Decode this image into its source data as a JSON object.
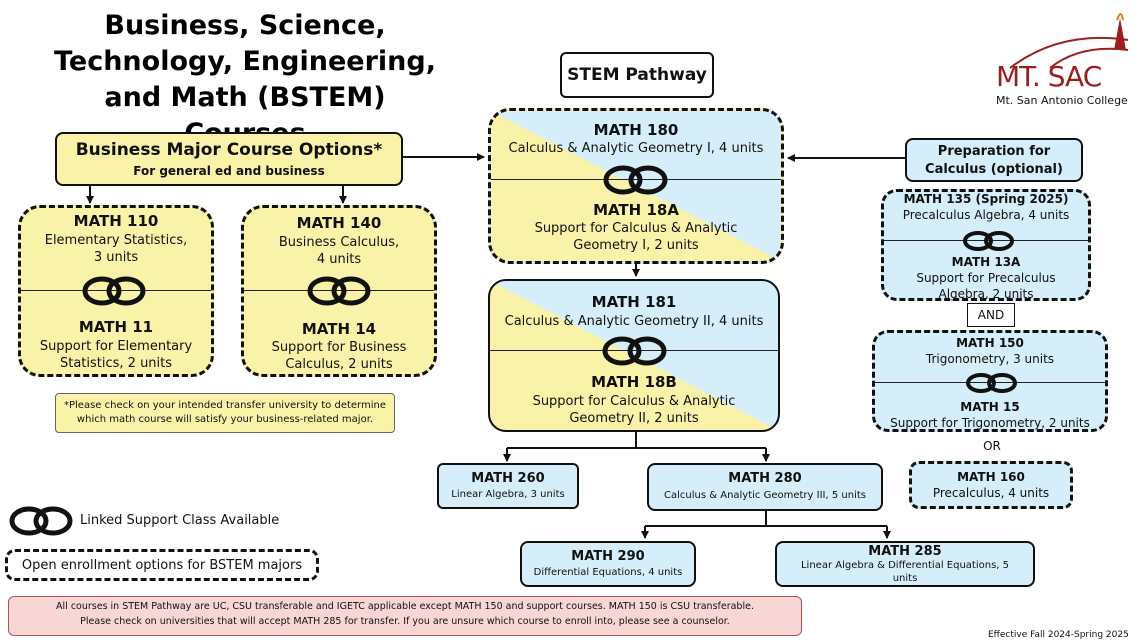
{
  "title_lines": [
    "Business, Science,",
    "Technology, Engineering,",
    "and Math (BSTEM) Courses"
  ],
  "logo": {
    "name": "MT. SAC",
    "subtitle": "Mt. San Antonio College"
  },
  "stem_pathway_label": "STEM Pathway",
  "business": {
    "heading": "Business Major Course Options*",
    "subheading": "For general ed and business",
    "courses": [
      {
        "code": "MATH 110",
        "desc": "Elementary Statistics,",
        "units": "3 units",
        "support_code": "MATH 11",
        "support_desc": "Support for Elementary",
        "support_units": "Statistics, 2 units"
      },
      {
        "code": "MATH 140",
        "desc": "Business Calculus,",
        "units": "4 units",
        "support_code": "MATH 14",
        "support_desc": "Support for Business",
        "support_units": "Calculus, 2 units"
      }
    ],
    "note_lines": [
      "*Please check on your intended transfer university to determine",
      "which math course will satisfy your business-related major."
    ]
  },
  "stem": {
    "math180": {
      "code": "MATH 180",
      "desc": "Calculus & Analytic Geometry I, 4 units",
      "support_code": "MATH 18A",
      "support_desc": "Support for Calculus & Analytic",
      "support_units": "Geometry I, 2 units"
    },
    "math181": {
      "code": "MATH 181",
      "desc": "Calculus & Analytic Geometry II, 4 units",
      "support_code": "MATH 18B",
      "support_desc": "Support for Calculus & Analytic",
      "support_units": "Geometry II, 2 units"
    },
    "math260": {
      "code": "MATH 260",
      "desc": "Linear Algebra, 3 units"
    },
    "math280": {
      "code": "MATH 280",
      "desc": "Calculus & Analytic Geometry III, 5 units"
    },
    "math290": {
      "code": "MATH 290",
      "desc": "Differential Equations, 4 units"
    },
    "math285": {
      "code": "MATH 285",
      "desc": "Linear Algebra & Differential Equations, 5",
      "desc2": "units"
    }
  },
  "prep": {
    "heading_line1": "Preparation for",
    "heading_line2": "Calculus (optional)",
    "math135": {
      "code": "MATH 135 (Spring 2025)",
      "desc": "Precalculus Algebra, 4 units",
      "support_code": "MATH 13A",
      "support_desc": "Support for Precalculus",
      "support_units": "Algebra, 2 units"
    },
    "and_label": "AND",
    "math150": {
      "code": "MATH 150",
      "desc": "Trigonometry, 3 units",
      "support_code": "MATH 15",
      "support_desc": "Support for Trigonometry, 2 units"
    },
    "or_label": "OR",
    "math160": {
      "code": "MATH 160",
      "desc": "Precalculus, 4 units"
    }
  },
  "legend": {
    "linked": "Linked Support Class Available",
    "open": "Open enrollment options for BSTEM majors"
  },
  "footer_lines": [
    "All courses in STEM Pathway are UC, CSU transferable and IGETC applicable except MATH 150 and support courses. MATH 150 is CSU transferable.",
    "Please check on universities that will accept MATH 285 for transfer. If you are unsure which course to enroll into, please see a counselor."
  ],
  "effective": "Effective Fall 2024-Spring 2025",
  "colors": {
    "yellow": "#f9f3a9",
    "blue": "#d6eef9",
    "footer_pink": "#f9d6d6",
    "logo_red": "#9a1f1f"
  }
}
